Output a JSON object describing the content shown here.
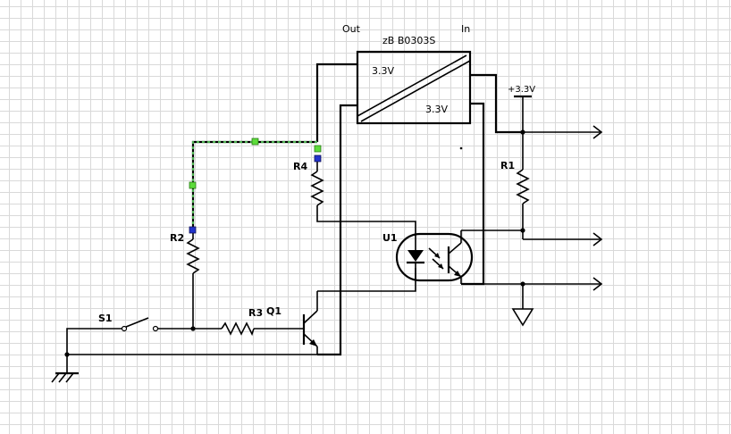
{
  "converter": {
    "out_label": "Out",
    "in_label": "In",
    "part_name": "zB B0303S",
    "out_voltage": "3.3V",
    "in_voltage": "3.3V"
  },
  "supply": {
    "label": "+3.3V"
  },
  "components": {
    "r1": "R1",
    "r2": "R2",
    "r3": "R3",
    "r4": "R4",
    "q1": "Q1",
    "u1": "U1",
    "s1": "S1"
  }
}
